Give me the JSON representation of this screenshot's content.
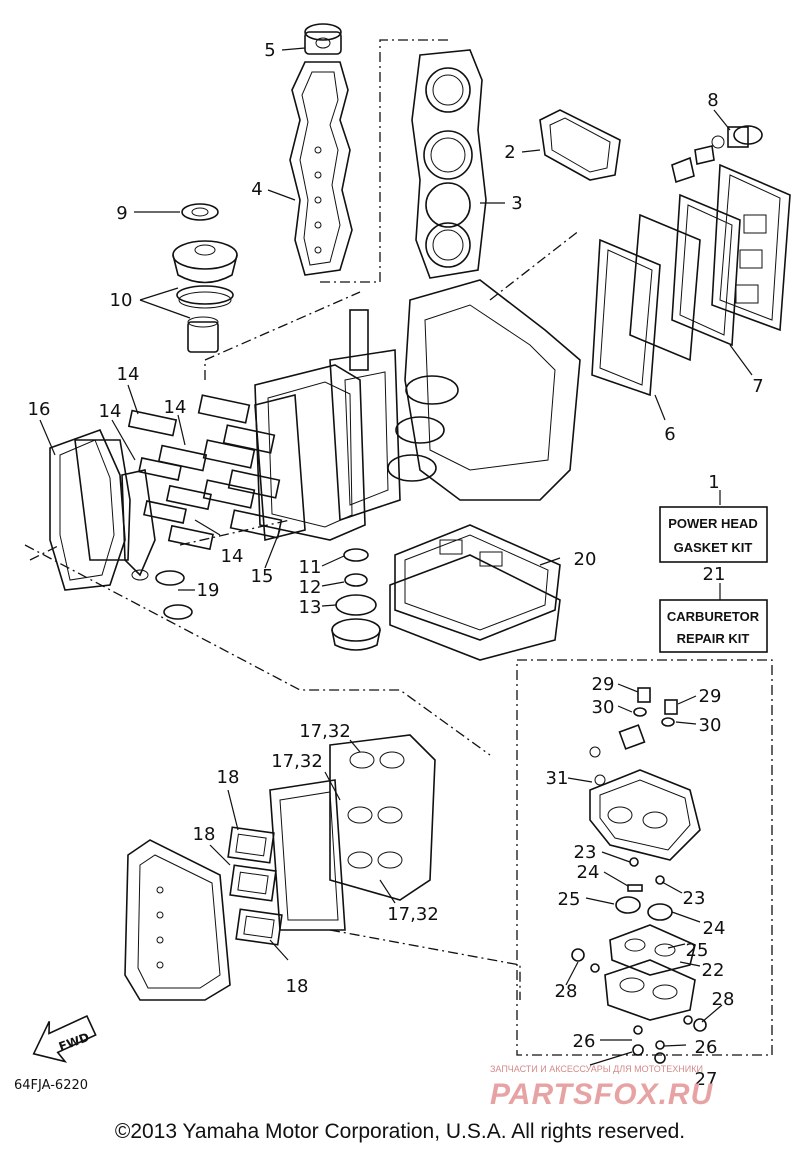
{
  "callouts": [
    "1",
    "2",
    "3",
    "4",
    "5",
    "6",
    "7",
    "8",
    "9",
    "10",
    "11",
    "12",
    "13",
    "14",
    "14",
    "14",
    "14",
    "15",
    "16",
    "17,32",
    "17,32",
    "17,32",
    "18",
    "18",
    "18",
    "19",
    "20",
    "21",
    "22",
    "23",
    "23",
    "24",
    "24",
    "25",
    "25",
    "26",
    "26",
    "27",
    "28",
    "28",
    "29",
    "29",
    "30",
    "30",
    "31"
  ],
  "kits": {
    "power_head_line1": "POWER HEAD",
    "power_head_line2": "GASKET KIT",
    "carburetor_line1": "CARBURETOR",
    "carburetor_line2": "REPAIR KIT"
  },
  "fwd_label": "FWD",
  "diagram_code": "64FJA-6220",
  "watermark": {
    "tagline": "ЗАПЧАСТИ И АКСЕССУАРЫ ДЛЯ МОТОТЕХНИКИ",
    "site": "PARTSFOX.RU"
  },
  "copyright": "©2013 Yamaha Motor Corporation, U.S.A. All rights reserved."
}
